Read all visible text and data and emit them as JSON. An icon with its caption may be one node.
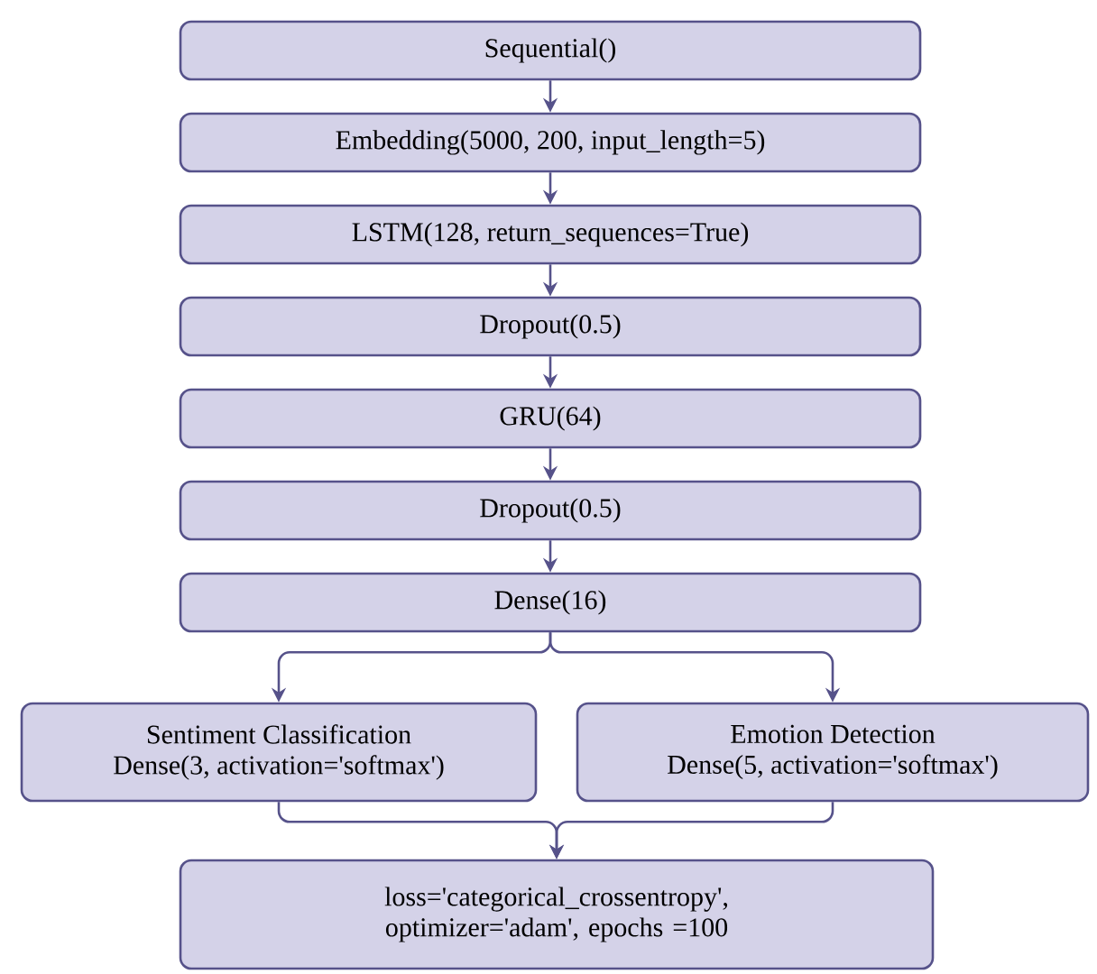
{
  "diagram": {
    "nodes": [
      {
        "text": [
          "Sequential()"
        ]
      },
      {
        "text": [
          "Embedding(5000, 200, input_length=5)"
        ]
      },
      {
        "text": [
          "LSTM(128, return_sequences=True)"
        ]
      },
      {
        "text": [
          "Dropout(0.5)"
        ]
      },
      {
        "text": [
          "GRU(64)"
        ]
      },
      {
        "text": [
          "Dropout(0.5)"
        ]
      },
      {
        "text": [
          "Dense(16)"
        ]
      },
      {
        "text": [
          "Sentiment Classification",
          "Dense(3, activation='softmax')"
        ]
      },
      {
        "text": [
          "Emotion Detection",
          "Dense(5, activation='softmax')"
        ]
      },
      {
        "text": [
          "loss='categorical_crossentropy', optimizer='adam', epochs =100"
        ]
      }
    ],
    "edges": [
      {
        "from": 0,
        "to": 1,
        "arrow": "to"
      },
      {
        "from": 1,
        "to": 2,
        "arrow": "to"
      },
      {
        "from": 2,
        "to": 3,
        "arrow": "to"
      },
      {
        "from": 3,
        "to": 4,
        "arrow": "to"
      },
      {
        "from": 4,
        "to": 5,
        "arrow": "to"
      },
      {
        "from": 5,
        "to": 6,
        "arrow": "to"
      },
      {
        "from": 6,
        "to": 7,
        "arrow": "to"
      },
      {
        "from": 6,
        "to": 8,
        "arrow": "to"
      },
      {
        "from": 7,
        "to": 9,
        "arrow": "to"
      },
      {
        "from": 8,
        "to": 9,
        "arrow": "to"
      }
    ]
  }
}
